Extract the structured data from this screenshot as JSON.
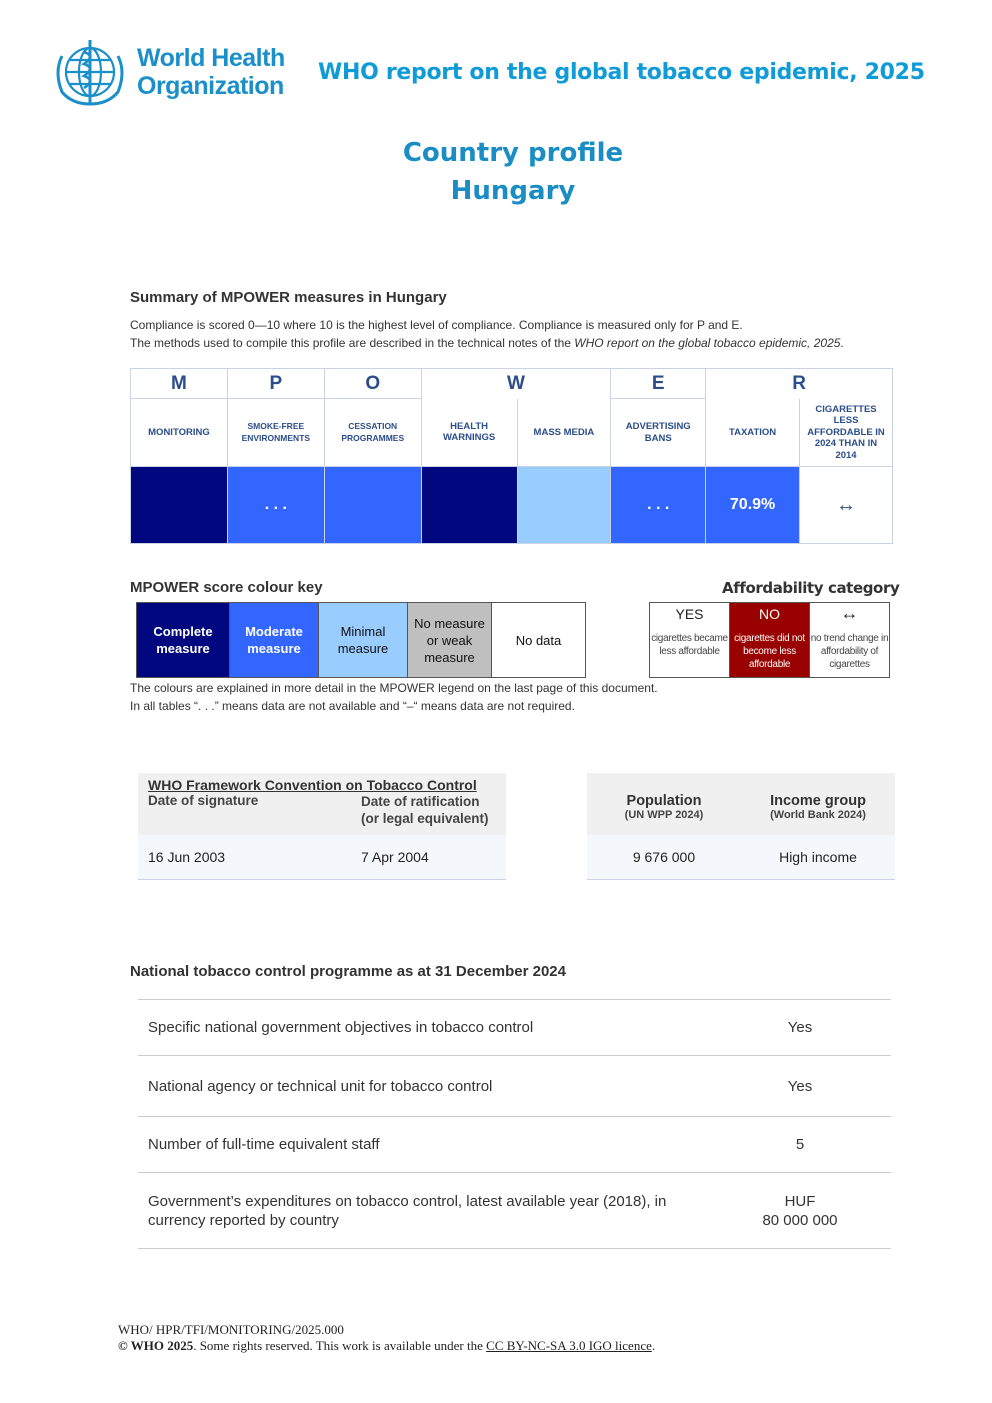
{
  "header": {
    "logo_line1": "World Health",
    "logo_line2": "Organization",
    "report_title": "WHO report on the global tobacco epidemic, 2025",
    "profile_line1": "Country profile",
    "profile_line2": "Hungary"
  },
  "summary": {
    "heading": "Summary of MPOWER measures in Hungary",
    "note1": "Compliance is scored 0—10 where 10 is the highest level of compliance. Compliance is measured only for P and E.",
    "note2_pre": "The methods used to compile this profile are described in the technical notes of the ",
    "note2_em": "WHO report on the global tobacco epidemic, 2025",
    "note2_post": "."
  },
  "mpower": {
    "letters": [
      "M",
      "P",
      "O",
      "W",
      "E",
      "R"
    ],
    "labels": [
      "MONITORING",
      "SMOKE-FREE ENVIRONMENTS",
      "CESSATION PROGRAMMES",
      "HEALTH WARNINGS",
      "MASS MEDIA",
      "ADVERTISING BANS",
      "TAXATION",
      "CIGARETTES LESS AFFORDABLE IN 2024 THAN IN 2014"
    ],
    "values": [
      "",
      ". . .",
      "",
      "",
      "",
      ". . .",
      "70.9%",
      "↔"
    ],
    "categories": [
      "complete",
      "moderate",
      "moderate",
      "complete",
      "minimal",
      "moderate",
      "moderate",
      "no data"
    ]
  },
  "colour_key": {
    "heading": "MPOWER score colour key",
    "complete": "Complete measure",
    "moderate": "Moderate measure",
    "minimal": "Minimal measure",
    "none": "No measure or weak measure",
    "nodata": "No data",
    "colors": {
      "complete": "#00077f",
      "moderate": "#3366ff",
      "minimal": "#99ccff",
      "none": "#bfbfbf",
      "no_data": "#ffffff",
      "afford_no": "#990000"
    },
    "note1": "The colours are explained in more detail in the MPOWER legend on the last page of this document.",
    "note2": "In all tables “. . .” means data are not available and “–“ means data are not required."
  },
  "affordability": {
    "heading": "Affordability category",
    "yes_label": "YES",
    "yes_sub": "cigarettes became less affordable",
    "no_label": "NO",
    "no_sub": "cigarettes did not become less affordable",
    "trend_label": "↔",
    "trend_sub": "no trend change in affordability of cigarettes"
  },
  "fctc": {
    "title": "WHO Framework Convention on Tobacco Control",
    "signature_header": "Date of signature",
    "ratification_header_1": "Date of ratification",
    "ratification_header_2": "(or legal equivalent)",
    "signature_date": "16 Jun 2003",
    "ratification_date": "7 Apr 2004"
  },
  "population": {
    "pop_header": "Population",
    "pop_source": "(UN WPP 2024)",
    "income_header": "Income group",
    "income_source": "(World Bank 2024)",
    "pop_value": "9 676 000",
    "income_value": "High income"
  },
  "programme": {
    "heading": "National tobacco control programme as at 31 December 2024",
    "rows": [
      {
        "label": "Specific national government objectives in tobacco control",
        "value": "Yes"
      },
      {
        "label": "National agency or technical unit for tobacco control",
        "value": "Yes"
      },
      {
        "label": "Number of full-time equivalent staff",
        "value": "5"
      },
      {
        "label": "Government’s expenditures on tobacco control, latest available year (2018), in currency reported by country",
        "value_1": "HUF",
        "value_2": "80 000 000"
      }
    ]
  },
  "footer": {
    "code": "WHO/ HPR/TFI/MONITORING/2025.000",
    "copyright": "© WHO 2025",
    "rights": ". Some rights reserved. This work is available under the ",
    "licence": "CC BY-NC-SA 3.0 IGO licence",
    "end": "."
  }
}
